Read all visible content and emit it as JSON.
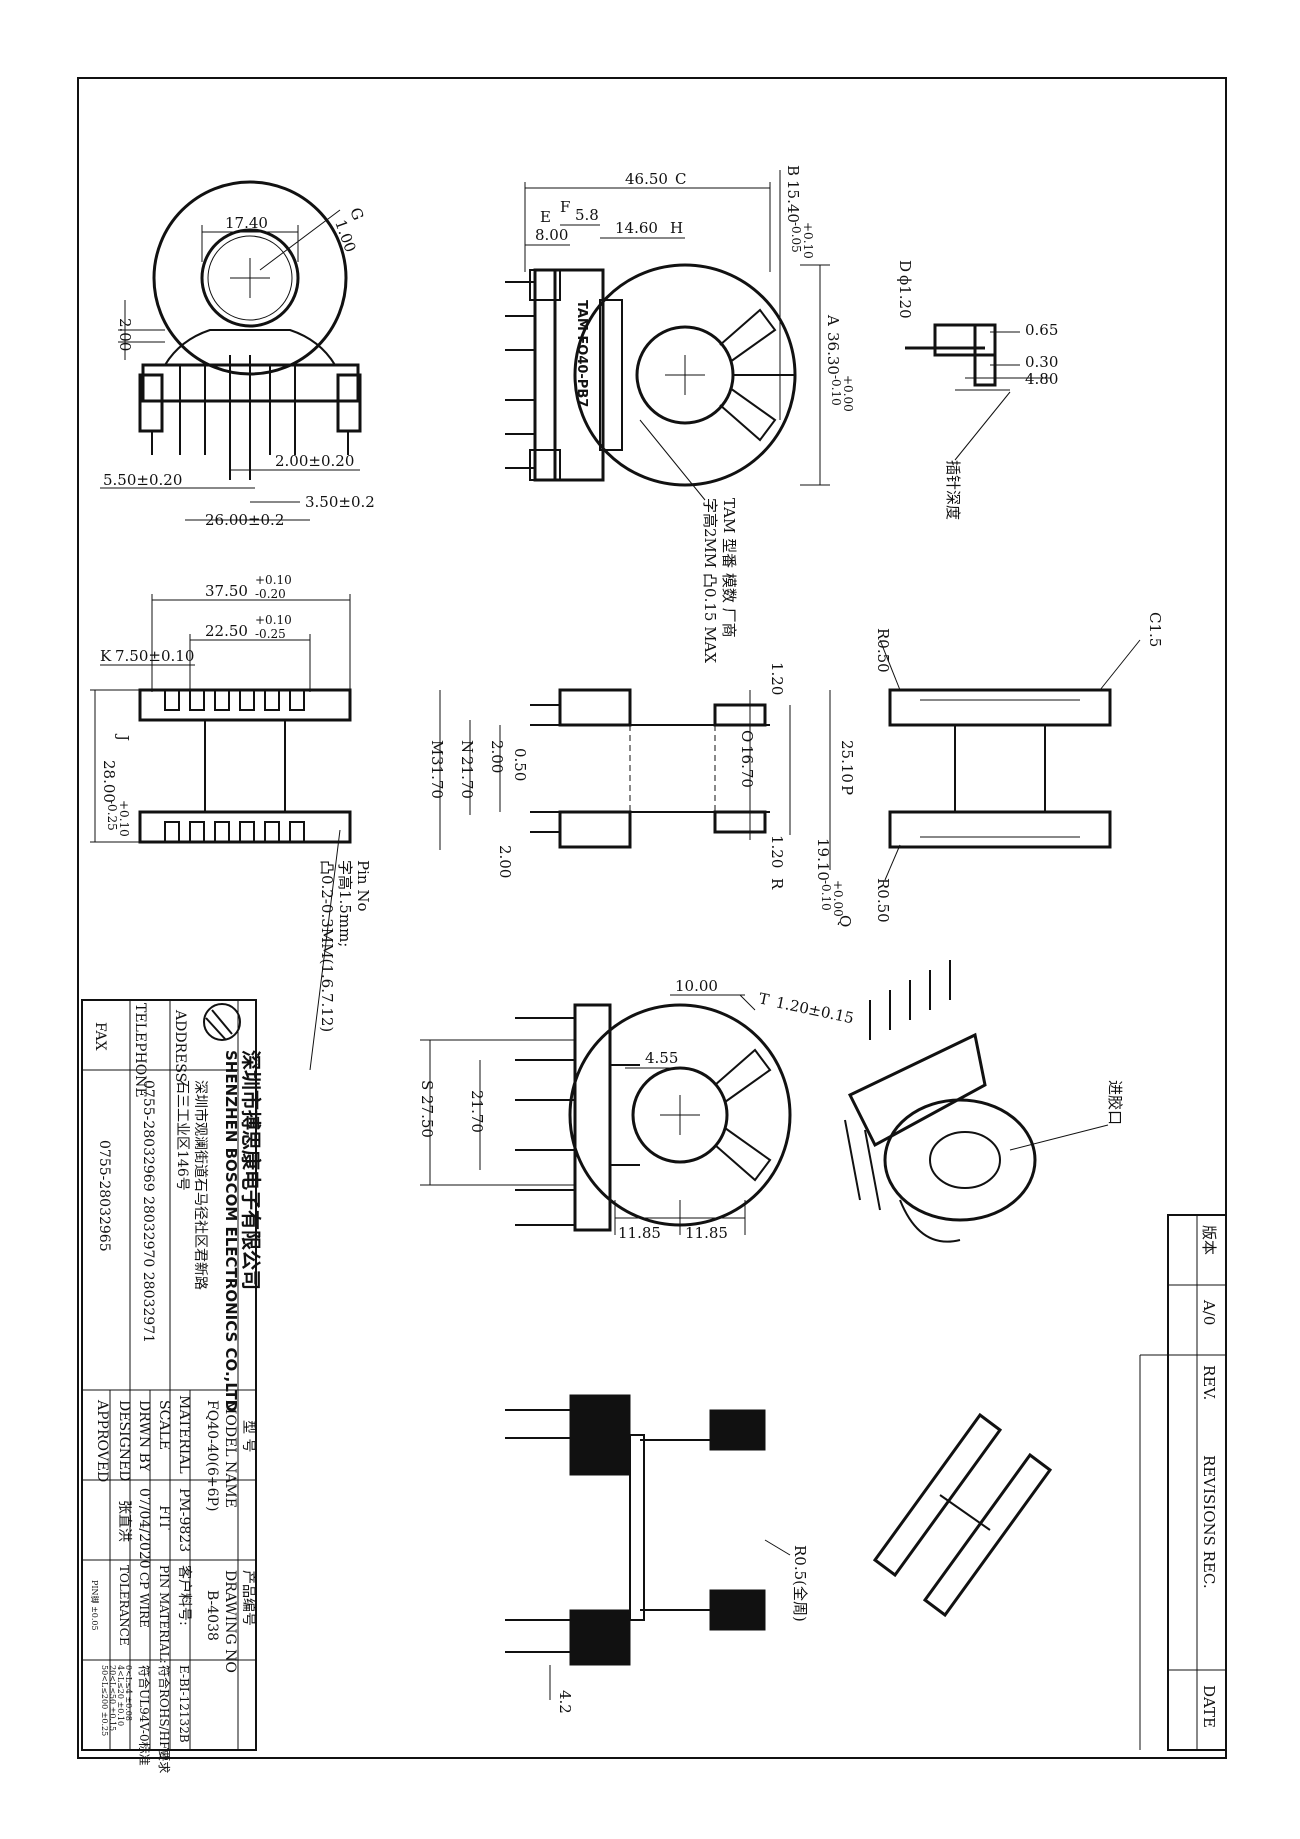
{
  "company": {
    "name_cn": "深圳市搏思康电子有限公司",
    "name_en": "SHENZHEN BOSCOM ELECTRONICS CO.,LTD",
    "address_label": "ADDRESS",
    "address_line1": "深圳市观澜街道石马径社区君新路",
    "address_line2": "石三工业区146号",
    "telephone_label": "TELEPHONE",
    "telephone": "0755-28032969 28032970 28032971",
    "fax_label": "FAX",
    "fax": "0755-28032965"
  },
  "title_block": {
    "model_label_cn": "型 号",
    "model_label": "MODEL NAME",
    "model": "FQ40-40(6+6P)",
    "product_no_label_cn": "产品编号",
    "drawing_no_label": "DRAWING NO",
    "drawing_no": "B-4038",
    "material_label": "MATERIAL",
    "material": "PM-9823",
    "customer_no_label": "客户料号:",
    "customer_no": "E-BI-12132B",
    "scale_label": "SCALE",
    "scale": "FIT",
    "pin_material_label": "PIN MATERIAL:",
    "pin_material": "符合ROHS/HF要求",
    "drawn_by_label": "DRWN BY",
    "drawn_date": "07/04/2020",
    "cp_wire_label": "CP WIRE",
    "cp_wire": "符合UL94V-0标准",
    "designed_label": "DESIGNED",
    "designer": "张直洪",
    "tolerance_label": "TOLERANCE",
    "tol_1": "0<L≤4   ±0.08",
    "tol_2": "4<L≤20  ±0.10",
    "tol_3": "20<L≤50  ±0.15",
    "tol_4": "50<L≤200  ±0.25",
    "approved_label": "APPROVED",
    "pin_tol": "PIN脚 ±0.05"
  },
  "revision": {
    "version_label": "版本",
    "version": "A/0",
    "rev_label": "REV.",
    "revisions_label": "REVISIONS REC.",
    "date_label": "DATE"
  },
  "dimensions": {
    "top_left": {
      "g": "G",
      "g_val": "1.00",
      "d17": "17.40",
      "d2": "2.00",
      "p550": "5.50±0.20",
      "p200": "2.00±0.20",
      "p350": "3.50±0.2",
      "p2600": "26.00±0.2"
    },
    "top_mid": {
      "c_val": "46.50",
      "c": "C",
      "b": "B",
      "b_val": "15.40",
      "b_tol_up": "+0.10",
      "b_tol_dn": "-0.05",
      "e": "E",
      "e_val": "8.00",
      "f": "F",
      "f_val": "5.8",
      "h": "H",
      "h_val": "14.60",
      "a": "A",
      "a_val": "36.30",
      "a_tol_up": "+0.00",
      "a_tol_dn": "-0.10",
      "label": "TAM FQ40-PB7",
      "note1": "TAM 型番 模数 厂商",
      "note2": "字高2MM 凸0.15 MAX"
    },
    "top_right": {
      "d": "D",
      "d_val": "ϕ1.20",
      "v065": "0.65",
      "v030": "0.30",
      "v480": "4.80",
      "note": "插针深度"
    },
    "mid_left": {
      "m1": "37.50",
      "m1_up": "+0.10",
      "m1_dn": "-0.20",
      "m2": "22.50",
      "m2_up": "+0.10",
      "m2_dn": "-0.25",
      "k": "K",
      "k_val": "7.50±0.10",
      "j": "J",
      "j_val": "28.00",
      "j_up": "+0.10",
      "j_dn": "-0.25",
      "pin_no": "Pin No",
      "pin_note1": "字高1.5mm;",
      "pin_note2": "凸0.2-0.3MM(1.6.7.12)"
    },
    "mid_center": {
      "m": "M",
      "m_val": "31.70",
      "n": "N",
      "n_val": "21.70",
      "v200a": "2.00",
      "v050": "0.50",
      "v200b": "2.00",
      "v120a": "1.20",
      "o": "O",
      "o_val": "16.70",
      "p": "P",
      "p_val": "25.10",
      "v120b": "1.20",
      "r": "R",
      "q_val": "19.10",
      "q_up": "+0.00",
      "q_dn": "-0.10",
      "q": "Q"
    },
    "mid_right": {
      "r050a": "R0.50",
      "c15": "C1.5",
      "r050b": "R0.50"
    },
    "bottom_mid": {
      "v1000": "10.00",
      "t": "T",
      "t_val": "1.20±0.15",
      "v455": "4.55",
      "s": "S",
      "s_val": "27.50",
      "v2170": "21.70",
      "v1185a": "11.85",
      "v1185b": "11.85"
    },
    "bottom_right_note": "进胶口",
    "section": {
      "r05": "R0.5(全周)",
      "v42": "4.2"
    }
  }
}
